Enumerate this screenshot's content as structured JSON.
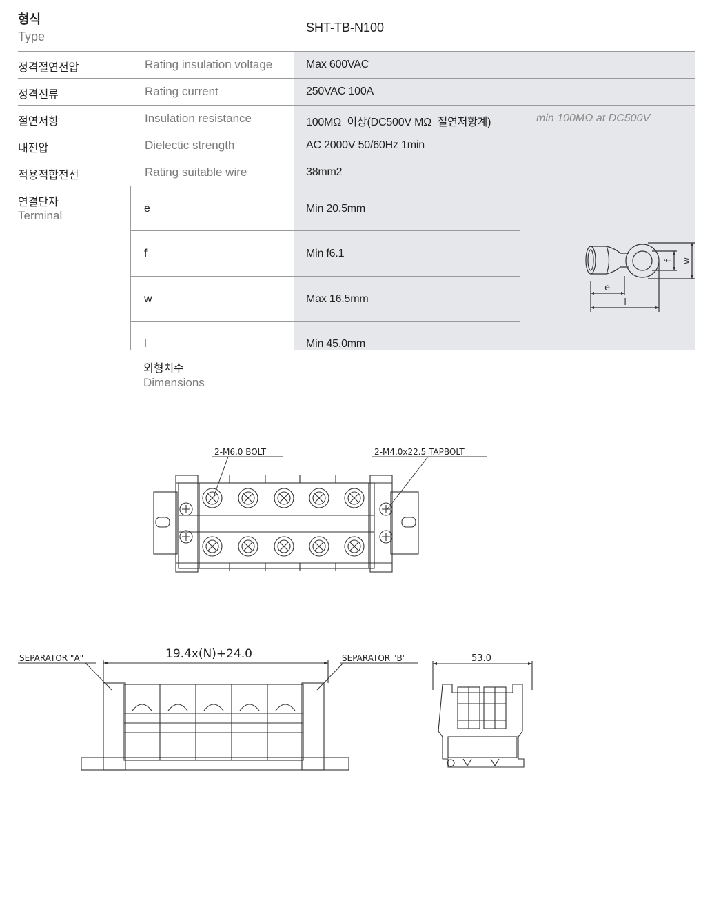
{
  "header": {
    "label_ko": "형식",
    "label_en": "Type",
    "model": "SHT-TB-N100"
  },
  "specs": [
    {
      "ko": "정격절연전압",
      "en": "Rating insulation voltage",
      "value": "Max 600VAC"
    },
    {
      "ko": "정격전류",
      "en": "Rating current",
      "value": "250VAC 100A"
    },
    {
      "ko": "절연저항",
      "en": "Insulation resistance",
      "value": "100MΩ  이상(DC500V MΩ  절연저항계)",
      "note": "min 100MΩ at DC500V"
    },
    {
      "ko": "내전압",
      "en": "Dielectic strength",
      "value": "AC 2000V 50/60Hz 1min"
    },
    {
      "ko": "적용적합전선",
      "en": "Rating suitable wire",
      "value": "38mm2"
    }
  ],
  "terminal": {
    "label_ko": "연결단자",
    "label_en": "Terminal",
    "rows": [
      {
        "key": "e",
        "value": "Min 20.5mm"
      },
      {
        "key": "f",
        "value": "Min f6.1"
      },
      {
        "key": "w",
        "value": "Max 16.5mm"
      },
      {
        "key": "l",
        "value": "Min 45.0mm"
      }
    ],
    "diagram_labels": {
      "e": "e",
      "l": "l",
      "f": "f",
      "w": "w"
    }
  },
  "dimensions": {
    "label_ko": "외형치수",
    "label_en": "Dimensions",
    "top_view": {
      "bolt_label": "2-M6.0  BOLT",
      "tapbolt_label": "2-M4.0x22.5  TAPBOLT"
    },
    "front_view": {
      "separator_a": "SEPARATOR  \"A\"",
      "separator_b": "SEPARATOR  \"B\"",
      "width_formula": "19.4x(N)+24.0"
    },
    "side_view": {
      "width": "53.0"
    }
  }
}
